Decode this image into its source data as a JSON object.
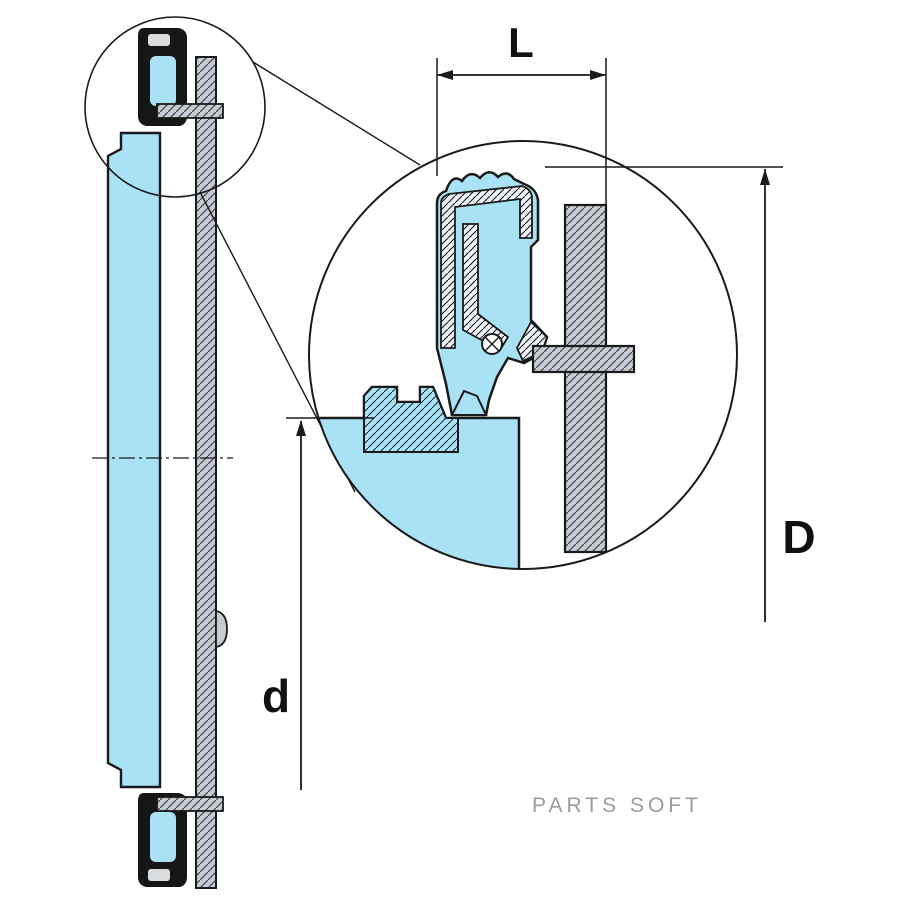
{
  "diagram": {
    "dimensions": {
      "width": "L",
      "outer_diameter": "D",
      "inner_diameter": "d"
    },
    "watermark": "PARTS SOFT",
    "colors": {
      "seal_body": "#a8e2f4",
      "metal_plate": "#c6cbd1",
      "outline": "#1a1a1a",
      "watermark": "#9b9b9b",
      "background": "#ffffff"
    }
  }
}
